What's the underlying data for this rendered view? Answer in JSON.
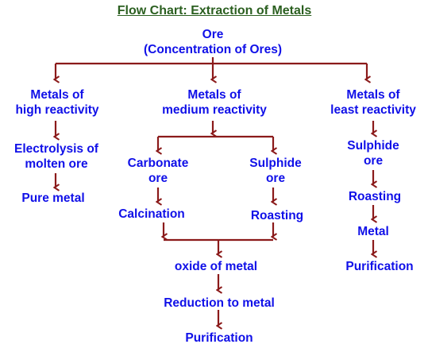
{
  "title": "Flow Chart: Extraction of Metals",
  "colors": {
    "text": "#1010e8",
    "title": "#2b5f20",
    "arrow": "#8b1a1a"
  },
  "root": {
    "line1": "Ore",
    "line2": "(Concentration of Ores)"
  },
  "high": {
    "heading1": "Metals of",
    "heading2": "high reactivity",
    "step1a": "Electrolysis of",
    "step1b": "molten ore",
    "step2": "Pure metal"
  },
  "medium": {
    "heading1": "Metals of",
    "heading2": "medium reactivity",
    "carbonate1": "Carbonate",
    "carbonate2": "ore",
    "calcination": "Calcination",
    "sulphide1": "Sulphide",
    "sulphide2": "ore",
    "roasting": "Roasting",
    "oxide": "oxide of metal",
    "reduction": "Reduction to metal",
    "purification": "Purification"
  },
  "least": {
    "heading1": "Metals of",
    "heading2": "least reactivity",
    "sulphide1": "Sulphide",
    "sulphide2": "ore",
    "roasting": "Roasting",
    "metal": "Metal",
    "purification": "Purification"
  }
}
